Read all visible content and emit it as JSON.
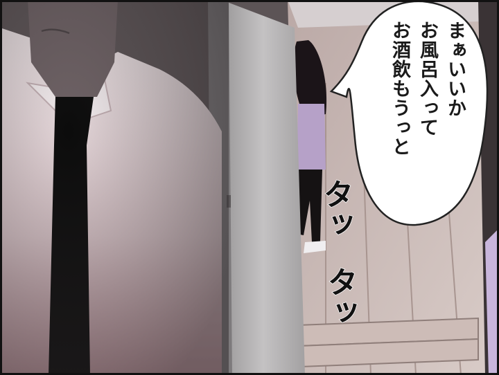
{
  "panel": {
    "speech_bubble_text": "まぁいいか\nお風呂入って\nお酒飲もうっと",
    "sfx_1": "タッ",
    "sfx_2": "タッ"
  },
  "colors": {
    "shirt": "#eadde0",
    "tie": "#0c0c0c",
    "door": "#b8b6b7",
    "wall": "#9c8f92",
    "floor": "#cfc0bb",
    "hair": "#1b1418",
    "sweater": "#b6a1c8"
  }
}
